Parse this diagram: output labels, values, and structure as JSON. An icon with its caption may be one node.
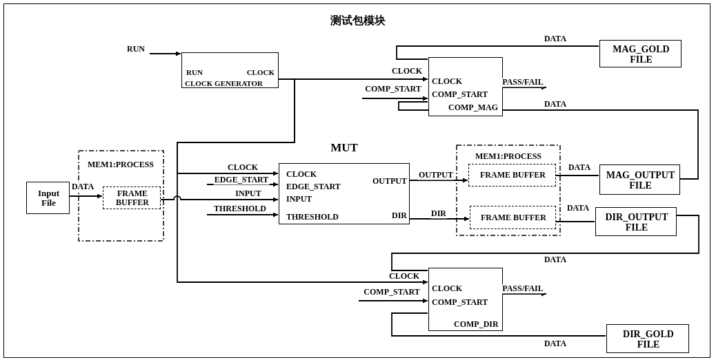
{
  "diagram": {
    "nodes": [
      {
        "text": [
          "测试包模块"
        ]
      },
      {
        "text": [
          "RUN"
        ],
        "in": 0
      },
      {
        "text": [
          "RUN",
          "CLOCK",
          "CLOCK GENERATOR"
        ],
        "in": 0
      },
      {
        "text": [
          "CLOCK",
          "COMP_START",
          "COMP_MAG"
        ],
        "in": 0
      },
      {
        "text": [
          "MAG_GOLD FILE"
        ],
        "in": 0
      },
      {
        "text": [
          "Input File"
        ],
        "in": 0
      },
      {
        "text": [
          "MEM1:PROCESS"
        ],
        "in": 0
      },
      {
        "text": [
          "FRAME BUFFER"
        ],
        "in": 6
      },
      {
        "text": [
          "MUT",
          "CLOCK",
          "EDGE_START",
          "INPUT",
          "THRESHOLD",
          "OUTPUT",
          "DIR"
        ],
        "in": 0
      },
      {
        "text": [
          "MEM1:PROCESS"
        ],
        "in": 0
      },
      {
        "text": [
          "FRAME BUFFER"
        ],
        "in": 9
      },
      {
        "text": [
          "FRAME BUFFER"
        ],
        "in": 9
      },
      {
        "text": [
          "MAG_OUTPUT FILE"
        ],
        "in": 0
      },
      {
        "text": [
          "DIR_OUTPUT FILE"
        ],
        "in": 0
      },
      {
        "text": [
          "CLOCK",
          "COMP_START",
          "COMP_DIR"
        ],
        "in": 0
      },
      {
        "text": [
          "DIR_GOLD FILE"
        ],
        "in": 0
      }
    ],
    "edges": [
      {
        "from": 1,
        "to": 2,
        "arrow": "to"
      },
      {
        "from": 2,
        "to": 3,
        "arrow": "to",
        "label": "CLOCK"
      },
      {
        "from": 2,
        "to": 8,
        "arrow": "to",
        "label": "CLOCK"
      },
      {
        "from": 2,
        "to": 14,
        "arrow": "to",
        "label": "CLOCK"
      },
      {
        "from": null,
        "to": 3,
        "arrow": "to",
        "label": "COMP_START"
      },
      {
        "from": 4,
        "to": 3,
        "arrow": "none",
        "label": "DATA"
      },
      {
        "from": 12,
        "to": 3,
        "arrow": "none",
        "label": "DATA"
      },
      {
        "from": 5,
        "to": 7,
        "arrow": "to",
        "label": "DATA"
      },
      {
        "from": 7,
        "to": 8,
        "arrow": "to",
        "label": "INPUT"
      },
      {
        "from": null,
        "to": 8,
        "arrow": "to",
        "label": "EDGE_START"
      },
      {
        "from": null,
        "to": 8,
        "arrow": "to",
        "label": "THRESHOLD"
      },
      {
        "from": 8,
        "to": 10,
        "arrow": "to",
        "label": "OUTPUT"
      },
      {
        "from": 8,
        "to": 11,
        "arrow": "to",
        "label": "DIR"
      },
      {
        "from": 10,
        "to": 12,
        "arrow": "none",
        "label": "DATA"
      },
      {
        "from": 11,
        "to": 13,
        "arrow": "none",
        "label": "DATA"
      },
      {
        "from": 13,
        "to": 14,
        "arrow": "none",
        "label": "DATA"
      },
      {
        "from": null,
        "to": 14,
        "arrow": "to",
        "label": "COMP_START"
      },
      {
        "from": 15,
        "to": 14,
        "arrow": "none",
        "label": "DATA"
      },
      {
        "from": 3,
        "to": null,
        "arrow": "to",
        "label": "PASS/FAIL"
      },
      {
        "from": 14,
        "to": null,
        "arrow": "to",
        "label": "PASS/FAIL"
      }
    ]
  }
}
